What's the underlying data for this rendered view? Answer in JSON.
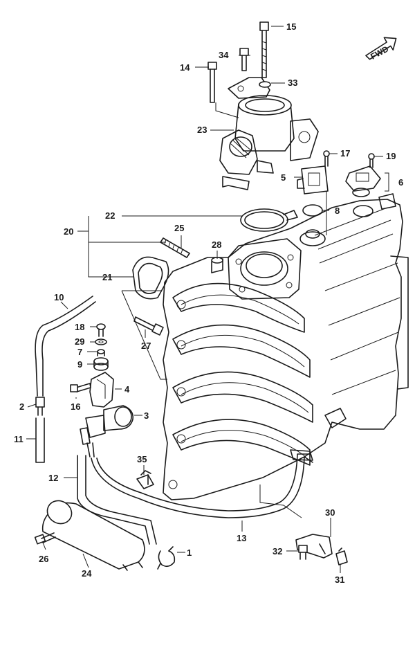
{
  "diagram": {
    "direction_badge": "FWD",
    "callouts": [
      {
        "id": "c15",
        "label": "15"
      },
      {
        "id": "c34",
        "label": "34"
      },
      {
        "id": "c14",
        "label": "14"
      },
      {
        "id": "c33",
        "label": "33"
      },
      {
        "id": "c23",
        "label": "23"
      },
      {
        "id": "c17",
        "label": "17"
      },
      {
        "id": "c19",
        "label": "19"
      },
      {
        "id": "c5",
        "label": "5"
      },
      {
        "id": "c6",
        "label": "6"
      },
      {
        "id": "c8",
        "label": "8"
      },
      {
        "id": "c22",
        "label": "22"
      },
      {
        "id": "c20",
        "label": "20"
      },
      {
        "id": "c25",
        "label": "25"
      },
      {
        "id": "c28",
        "label": "28"
      },
      {
        "id": "c21",
        "label": "21"
      },
      {
        "id": "c10",
        "label": "10"
      },
      {
        "id": "c18",
        "label": "18"
      },
      {
        "id": "c27",
        "label": "27"
      },
      {
        "id": "c29",
        "label": "29"
      },
      {
        "id": "c7",
        "label": "7"
      },
      {
        "id": "c9",
        "label": "9"
      },
      {
        "id": "c4",
        "label": "4"
      },
      {
        "id": "c2",
        "label": "2"
      },
      {
        "id": "c16",
        "label": "16"
      },
      {
        "id": "c3",
        "label": "3"
      },
      {
        "id": "c11",
        "label": "11"
      },
      {
        "id": "c35",
        "label": "35"
      },
      {
        "id": "c12",
        "label": "12"
      },
      {
        "id": "c30",
        "label": "30"
      },
      {
        "id": "c13",
        "label": "13"
      },
      {
        "id": "c26",
        "label": "26"
      },
      {
        "id": "c1",
        "label": "1"
      },
      {
        "id": "c32",
        "label": "32"
      },
      {
        "id": "c24",
        "label": "24"
      },
      {
        "id": "c31",
        "label": "31"
      }
    ]
  }
}
